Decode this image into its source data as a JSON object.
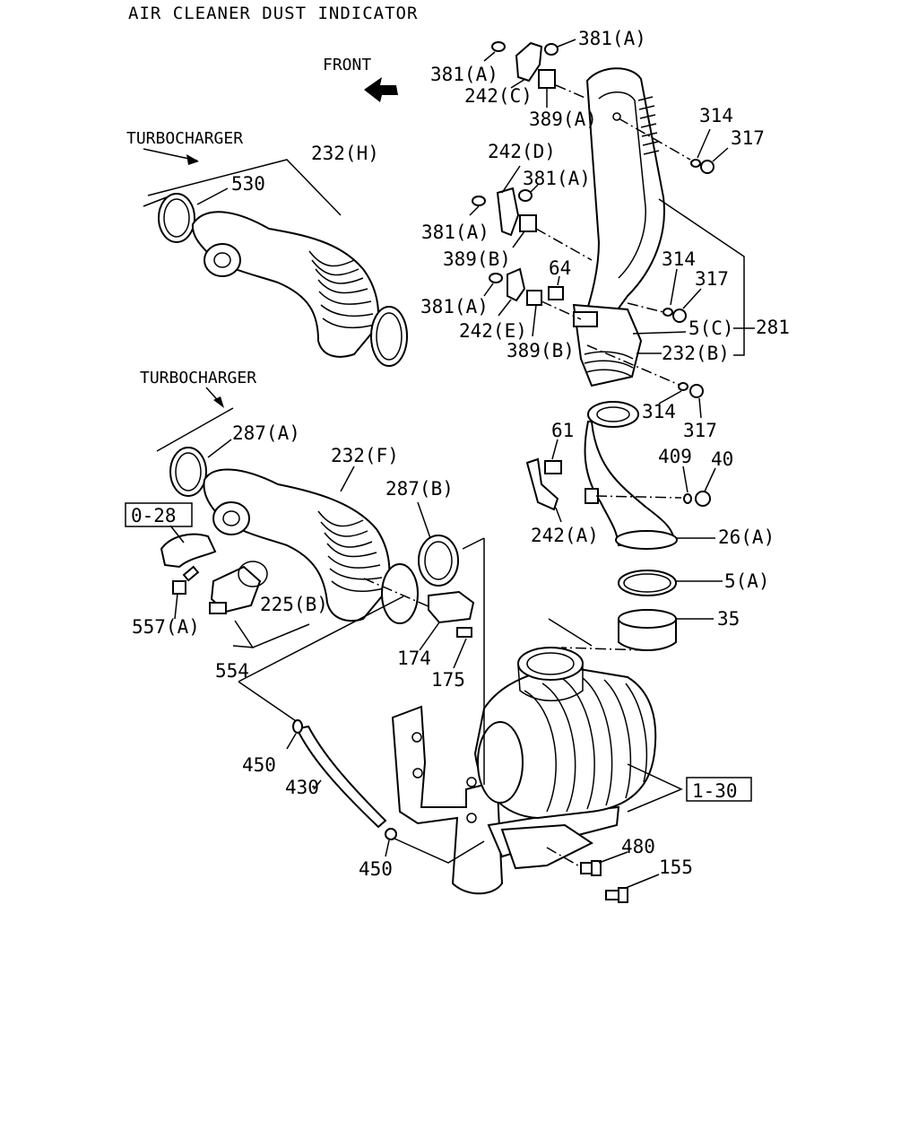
{
  "title": "AIR CLEANER DUST INDICATOR",
  "notes": {
    "front": "FRONT",
    "turbo_upper": "TURBOCHARGER",
    "turbo_lower": "TURBOCHARGER"
  },
  "refs": {
    "r028": "0-28",
    "r130": "1-30"
  },
  "callouts": {
    "c381a_top_right": "381(A)",
    "c381a_top_left": "381(A)",
    "c242c": "242(C)",
    "c389a": "389(A)",
    "c314_top": "314",
    "c317_top": "317",
    "c242d": "242(D)",
    "c381a_mid_right": "381(A)",
    "c381a_mid_left": "381(A)",
    "c389b_upper": "389(B)",
    "c64": "64",
    "c381a_lower": "381(A)",
    "c242e": "242(E)",
    "c389b_lower": "389(B)",
    "c314_mid": "314",
    "c317_mid": "317",
    "c5c": "5(C)",
    "c281": "281",
    "c232b": "232(B)",
    "c314_low": "314",
    "c317_low": "317",
    "c61": "61",
    "c409": "409",
    "c40": "40",
    "c242a": "242(A)",
    "c26a": "26(A)",
    "c5a": "5(A)",
    "c35": "35",
    "c530": "530",
    "c232h": "232(H)",
    "c287a": "287(A)",
    "c232f": "232(F)",
    "c287b": "287(B)",
    "c557a": "557(A)",
    "c225b": "225(B)",
    "c554": "554",
    "c174": "174",
    "c175": "175",
    "c450_upper": "450",
    "c430": "430",
    "c450_lower": "450",
    "c480": "480",
    "c155": "155"
  }
}
